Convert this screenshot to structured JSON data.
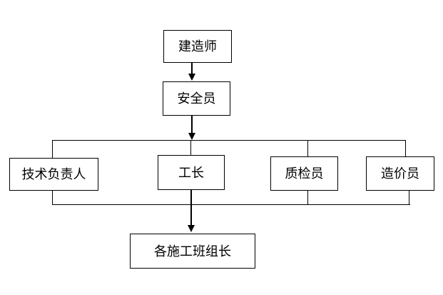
{
  "diagram": {
    "type": "org-chart-flowchart",
    "colors": {
      "background": "#ffffff",
      "line": "#000000",
      "box_border": "#000000",
      "box_fill": "#ffffff",
      "text": "#000000"
    },
    "nodes": [
      {
        "id": "constructor",
        "label": "建造师"
      },
      {
        "id": "safety-officer",
        "label": "安全员"
      },
      {
        "id": "technical-director",
        "label": "技术负责人"
      },
      {
        "id": "foreman",
        "label": "工长"
      },
      {
        "id": "quality-inspector",
        "label": "质检员"
      },
      {
        "id": "cost-estimator",
        "label": "造价员"
      },
      {
        "id": "team-leaders",
        "label": "各施工班组长"
      }
    ],
    "edges": [
      {
        "from": [
          "建造师"
        ],
        "to": [
          "安全员"
        ],
        "style": "arrow"
      },
      {
        "from": [
          "安全员"
        ],
        "to": [
          "技术负责人",
          "工长",
          "质检员",
          "造价员"
        ],
        "style": "arrow-bus"
      },
      {
        "from": [
          "技术负责人",
          "工长",
          "质检员",
          "造价员"
        ],
        "to": [
          "各施工班组长"
        ],
        "style": "bus-arrow"
      }
    ]
  }
}
